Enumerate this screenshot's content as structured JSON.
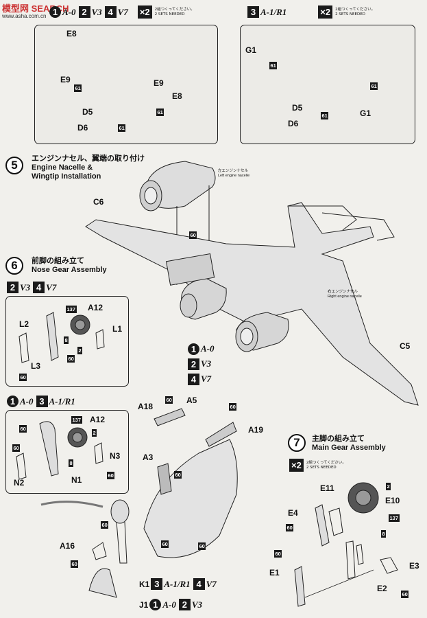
{
  "watermark": {
    "text": "模型网 SEARCH",
    "url": "www.asha.com.cn"
  },
  "top_left": {
    "variants": [
      {
        "num": "1",
        "name": "A-0"
      },
      {
        "num": "2",
        "name": "V3"
      },
      {
        "num": "4",
        "name": "V7"
      }
    ],
    "x2": "×2",
    "note_jp": "2組つくってください。",
    "note_en": "2 SETS NEEDED",
    "labels": [
      "E8",
      "E9",
      "E9",
      "E8",
      "D5",
      "D6"
    ],
    "tags": [
      "61",
      "61",
      "61"
    ]
  },
  "top_right": {
    "variant": {
      "num": "3",
      "name": "A-1/R1"
    },
    "x2": "×2",
    "note_jp": "2組つくってください。",
    "note_en": "2 SETS NEEDED",
    "labels": [
      "G1",
      "G1",
      "D5",
      "D6"
    ],
    "tags": [
      "61",
      "61",
      "61"
    ]
  },
  "step5": {
    "num": "5",
    "title_jp": "エンジンナセル、翼端の取り付け",
    "title_en": "Engine Nacelle & Wingtip Installation",
    "left_nacelle_jp": "左エンジンナセル",
    "left_nacelle_en": "Left engine nacelle",
    "right_nacelle_jp": "右エンジンナセル",
    "right_nacelle_en": "Right engine nacelle",
    "labels": [
      "C6",
      "C5"
    ],
    "tags": [
      "60"
    ]
  },
  "step6": {
    "num": "6",
    "title_jp": "前脚の組み立て",
    "title_en": "Nose Gear Assembly",
    "box1_variants": [
      {
        "num": "2",
        "name": "V3"
      },
      {
        "num": "4",
        "name": "V7"
      }
    ],
    "box1_labels": [
      "A12",
      "L1",
      "L2",
      "L3"
    ],
    "box1_tags": [
      "137",
      "8",
      "2",
      "60",
      "60"
    ],
    "box2_variants": [
      {
        "num": "1",
        "name": "A-0"
      },
      {
        "num": "3",
        "name": "A-1/R1"
      }
    ],
    "box2_labels": [
      "A12",
      "N3",
      "N1",
      "N2"
    ],
    "box2_tags": [
      "137",
      "2",
      "60",
      "60",
      "8",
      "60"
    ]
  },
  "center_variants": [
    {
      "num": "1",
      "name": "A-0"
    },
    {
      "num": "2",
      "name": "V3"
    },
    {
      "num": "4",
      "name": "V7"
    }
  ],
  "fuselage": {
    "labels": [
      "A18",
      "A5",
      "A19",
      "A3",
      "A16"
    ],
    "tags": [
      "60",
      "60",
      "60",
      "60",
      "60",
      "60",
      "60"
    ],
    "k1": {
      "part": "K1",
      "v1": {
        "num": "3",
        "name": "A-1/R1"
      },
      "v2": {
        "num": "4",
        "name": "V7"
      }
    },
    "j1": {
      "part": "J1",
      "v1": {
        "num": "1",
        "name": "A-0"
      },
      "v2": {
        "num": "2",
        "name": "V3"
      }
    }
  },
  "step7": {
    "num": "7",
    "title_jp": "主脚の組み立て",
    "title_en": "Main Gear Assembly",
    "x2": "×2",
    "note_jp": "2組つくってください。",
    "note_en": "2 SETS NEEDED",
    "labels": [
      "E11",
      "E10",
      "E4",
      "E1",
      "E2",
      "E3"
    ],
    "tags": [
      "2",
      "137",
      "60",
      "8",
      "60",
      "60"
    ]
  }
}
